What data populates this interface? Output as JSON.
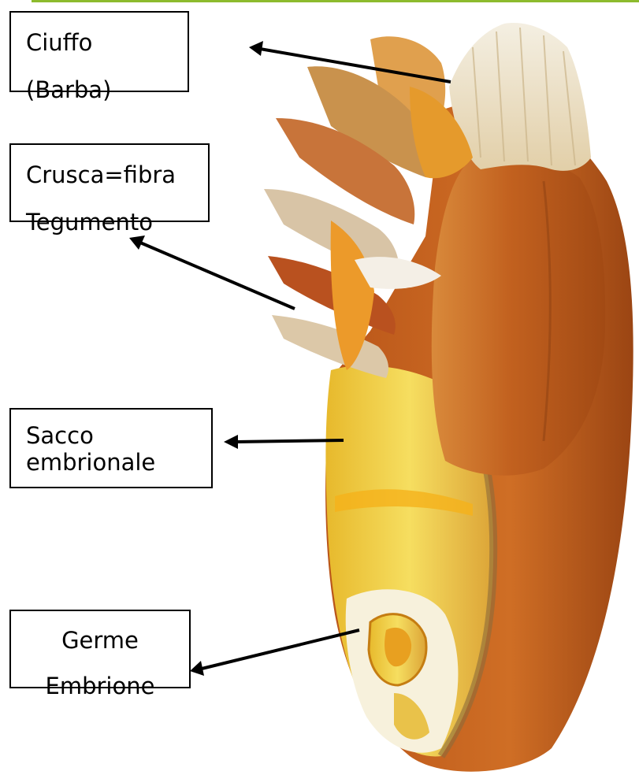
{
  "colors": {
    "top_rule": "#8dbb2e",
    "bran_dark": "#b3561a",
    "bran_mid": "#d87a22",
    "endosperm": "#f1cf3f",
    "germ": "#e8a020",
    "tuft": "#efe5d0"
  },
  "labels": {
    "ciuffo": {
      "line1": "Ciuffo",
      "line2": "(Barba)"
    },
    "crusca": {
      "line1": "Crusca=fibra",
      "line2": "Tegumento"
    },
    "sacco": {
      "line1": "Sacco",
      "line2": "embrionale"
    },
    "germe": {
      "line1": "Germe",
      "line2": "Embrione"
    }
  }
}
